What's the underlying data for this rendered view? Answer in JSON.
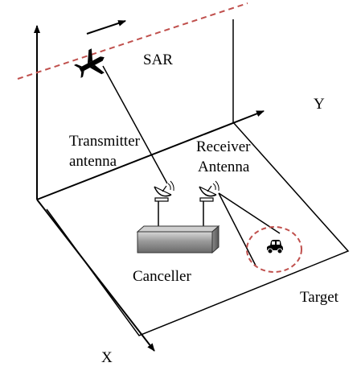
{
  "labels": {
    "sar": "SAR",
    "y_axis": "Y",
    "x_axis": "X",
    "transmitter_line1": "Transmitter",
    "transmitter_line2": "antenna",
    "receiver_line1": "Receiver",
    "receiver_line2": "Antenna",
    "canceller": "Canceller",
    "target": "Target"
  },
  "colors": {
    "ink": "#000000",
    "flight_path": "#c0504d",
    "target_ring": "#c0504d",
    "box_light": "#c8c8c8",
    "box_dark": "#6a6a6a"
  },
  "icons": [
    "aircraft-icon",
    "satellite-dish-icon",
    "car-icon",
    "motion-arrow-icon"
  ]
}
